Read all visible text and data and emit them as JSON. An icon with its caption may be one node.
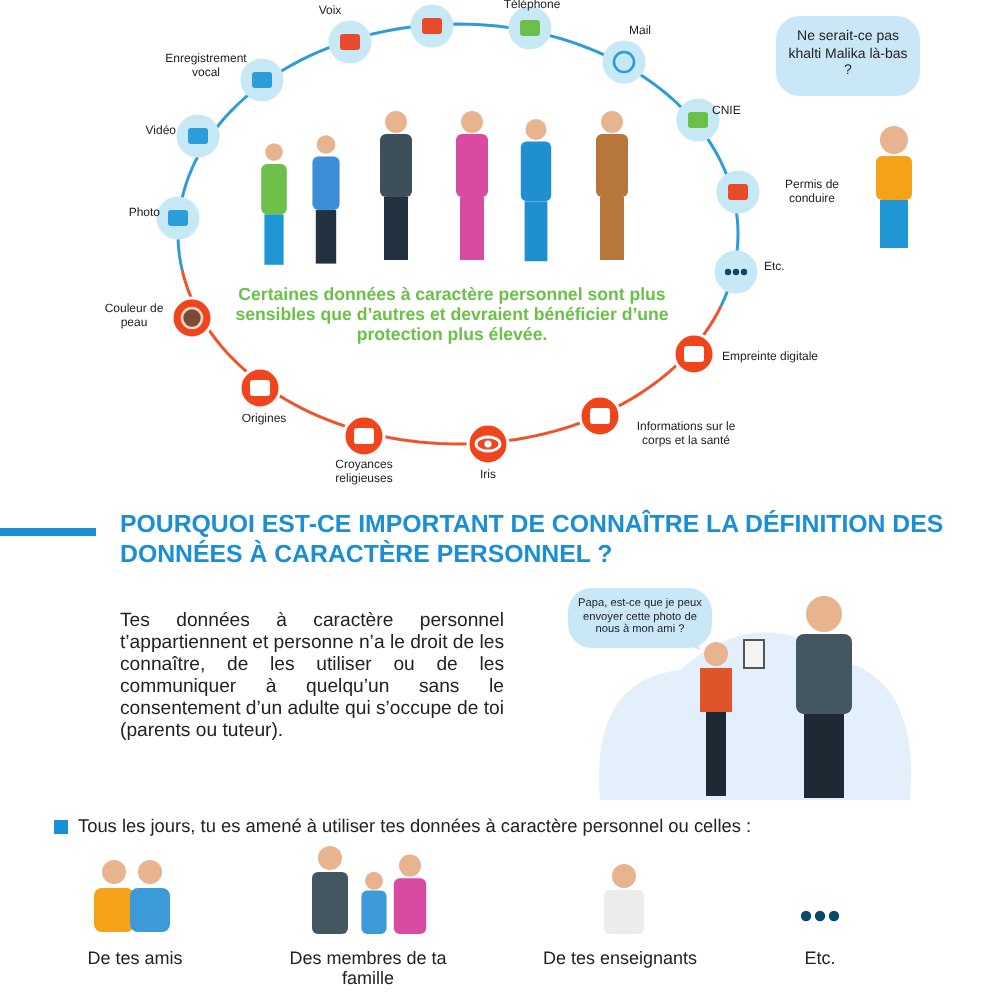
{
  "diagram": {
    "nodes": [
      {
        "text": [
          "Ne serait-ce pas khalti Malika là-bas ?"
        ]
      },
      {
        "text": [
          "Papa, est-ce que je peux envoyer cette photo de nous à mon ami ?"
        ]
      }
    ],
    "labels": [
      "Téléphone",
      "Voix",
      "Mail",
      "Enregistrement vocal",
      "CNIE",
      "Vidéo",
      "Permis de conduire",
      "Photo",
      "Etc.",
      "Certaines données à caractère personnel sont plus sensibles que d’autres et devraient bénéficier d’une protection plus élevée.",
      "Couleur de peau",
      "Empreinte digitale",
      "Origines",
      "Informations sur le corps et la santé",
      "Croyances religieuses",
      "Iris",
      "POURQUOI EST-CE IMPORTANT DE CONNAÎTRE LA DÉFINITION DES DONNÉES À CARACTÈRE PERSONNEL ?",
      "Tes données à caractère personnel t’appartiennent et personne n’a le droit de les connaître, de les utiliser ou de les communiquer à quelqu’un sans le consentement d’un adulte qui s’occupe de toi (parents ou tuteur).",
      "Tous les jours, tu es amené à utiliser tes données à caractère personnel ou celles :",
      "De tes amis",
      "Des membres de ta famille",
      "De tes enseignants",
      "Etc."
    ]
  }
}
